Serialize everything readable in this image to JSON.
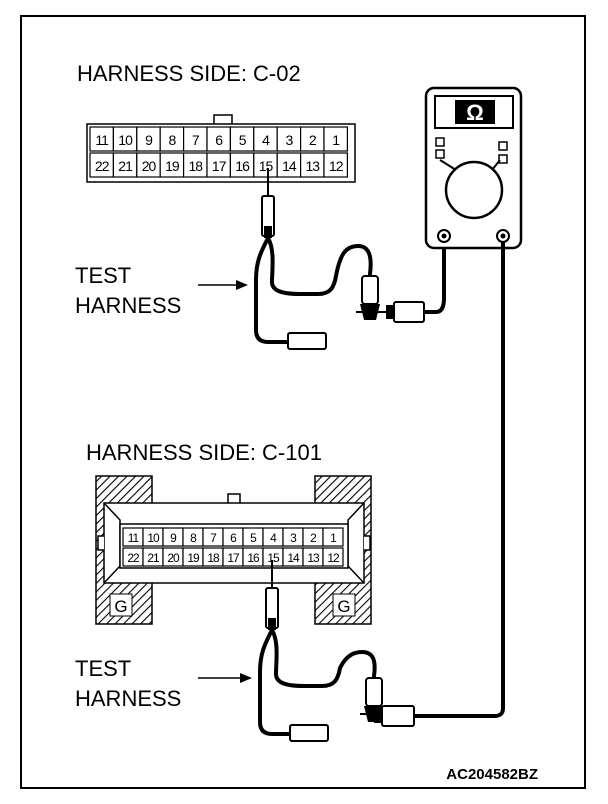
{
  "connector_top": {
    "label": "HARNESS SIDE: C-02",
    "top_row": [
      "11",
      "10",
      "9",
      "8",
      "7",
      "6",
      "5",
      "4",
      "3",
      "2",
      "1"
    ],
    "bottom_row": [
      "22",
      "21",
      "20",
      "19",
      "18",
      "17",
      "16",
      "15",
      "14",
      "13",
      "12"
    ]
  },
  "connector_bottom": {
    "label": "HARNESS SIDE: C-101",
    "top_row": [
      "11",
      "10",
      "9",
      "8",
      "7",
      "6",
      "5",
      "4",
      "3",
      "2",
      "1"
    ],
    "bottom_row": [
      "22",
      "21",
      "20",
      "19",
      "18",
      "17",
      "16",
      "15",
      "14",
      "13",
      "12"
    ],
    "ground_mark": "G"
  },
  "test_harness_top": {
    "line1": "TEST",
    "line2": "HARNESS"
  },
  "test_harness_bottom": {
    "line1": "TEST",
    "line2": "HARNESS"
  },
  "meter": {
    "symbol": "Ω"
  },
  "figure_code": "AC204582BZ"
}
